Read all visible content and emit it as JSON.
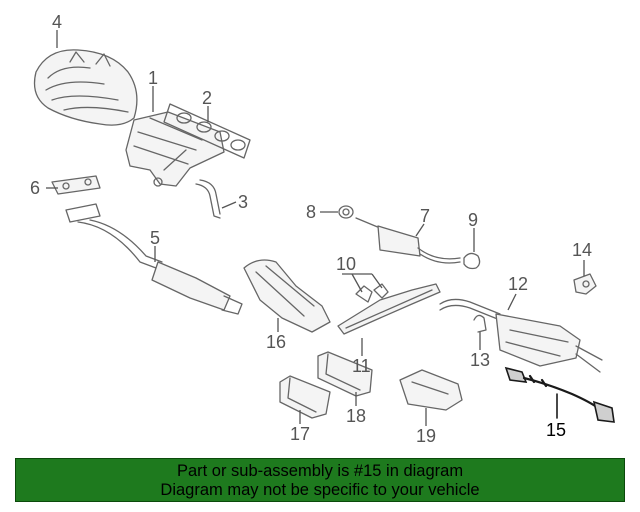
{
  "colors": {
    "banner_background": "#1e7a1e",
    "highlight_part": "#1a1a1a",
    "part_line": "#666666"
  },
  "callouts": [
    {
      "id": "p1",
      "label": "1"
    },
    {
      "id": "p2",
      "label": "2"
    },
    {
      "id": "p3",
      "label": "3"
    },
    {
      "id": "p4",
      "label": "4"
    },
    {
      "id": "p5",
      "label": "5"
    },
    {
      "id": "p6",
      "label": "6"
    },
    {
      "id": "p7",
      "label": "7"
    },
    {
      "id": "p8",
      "label": "8"
    },
    {
      "id": "p9",
      "label": "9"
    },
    {
      "id": "p10",
      "label": "10"
    },
    {
      "id": "p11",
      "label": "11"
    },
    {
      "id": "p12",
      "label": "12"
    },
    {
      "id": "p13",
      "label": "13"
    },
    {
      "id": "p14",
      "label": "14"
    },
    {
      "id": "p15",
      "label": "15",
      "highlighted": true
    },
    {
      "id": "p16",
      "label": "16"
    },
    {
      "id": "p17",
      "label": "17"
    },
    {
      "id": "p18",
      "label": "18"
    },
    {
      "id": "p19",
      "label": "19"
    }
  ],
  "banner": {
    "line1": "Part or sub-assembly is #15 in diagram",
    "line2": "Diagram may not be specific to your vehicle"
  }
}
